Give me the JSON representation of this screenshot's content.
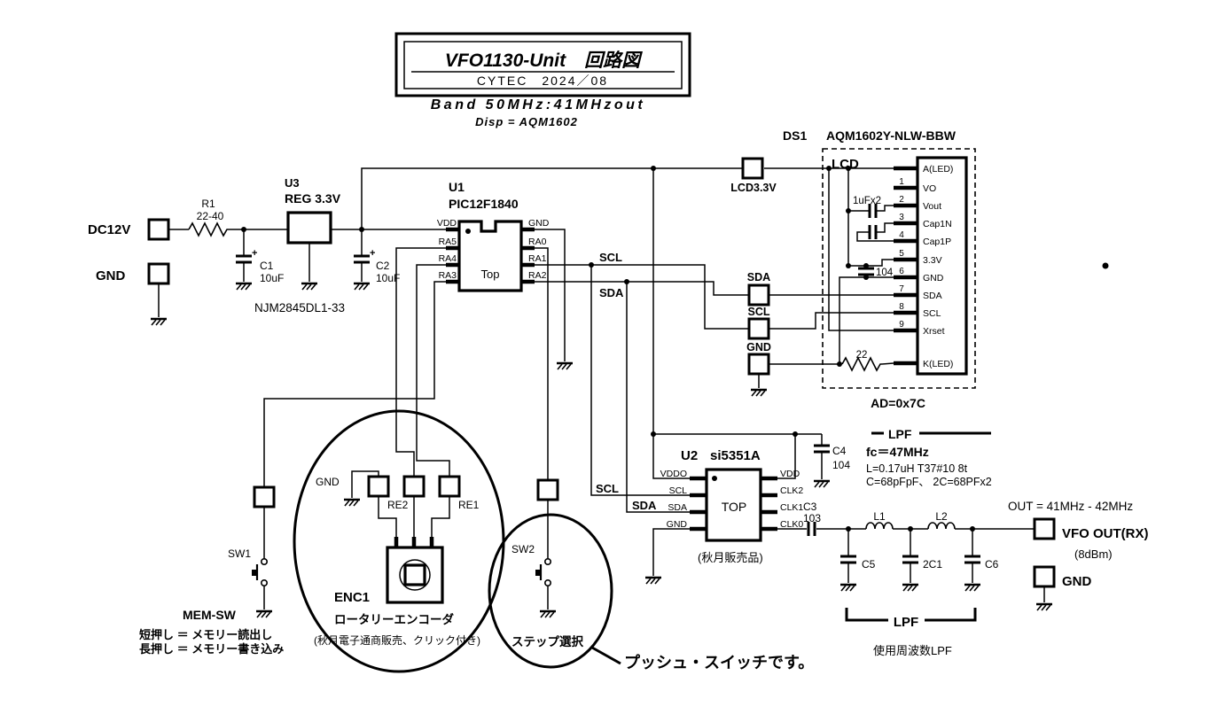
{
  "title_block": {
    "title": "VFO1130-Unit　回路図",
    "subtitle": "CYTEC　2024／08",
    "band_note": "Band 50MHz:41MHzout",
    "disp_note": "Disp = AQM1602"
  },
  "power": {
    "dc12v": "DC12V",
    "gnd": "GND",
    "r1_ref": "R1",
    "r1_val": "22-40",
    "c1_ref": "C1",
    "c1_val": "10uF",
    "c2_ref": "C2",
    "c2_val": "10uF",
    "plus": "+"
  },
  "regulator": {
    "ref": "U3",
    "name": "REG 3.3V",
    "part": "NJM2845DL1-33"
  },
  "mcu": {
    "ref": "U1",
    "part": "PIC12F1840",
    "orientation": "Top",
    "pins_left": [
      "VDD",
      "RA5",
      "RA4",
      "RA3"
    ],
    "pins_right": [
      "GND",
      "RA0",
      "RA1",
      "RA2"
    ]
  },
  "i2c": {
    "scl": "SCL",
    "sda": "SDA",
    "lcd33": "LCD3.3V",
    "sda_box": "SDA",
    "scl_box": "SCL",
    "gnd_box": "GND"
  },
  "lcd": {
    "ds_ref": "DS1",
    "part": "AQM1602Y-NLW-BBW",
    "label": "LCD",
    "address": "AD=0x7C",
    "cap_note": "1uFx2",
    "cap104": "104",
    "res22": "22",
    "pin_numbers": [
      "1",
      "2",
      "3",
      "4",
      "5",
      "6",
      "7",
      "8",
      "9"
    ],
    "pin_names": [
      "A(LED)",
      "VO",
      "Vout",
      "Cap1N",
      "Cap1P",
      "3.3V",
      "GND",
      "SDA",
      "SCL",
      "Xrset",
      "K(LED)"
    ]
  },
  "synth": {
    "ref": "U2",
    "part": "si5351A",
    "orientation": "TOP",
    "pins_left": [
      "VDDO",
      "SCL",
      "SDA",
      "GND"
    ],
    "pins_right": [
      "VDD",
      "CLK2",
      "CLK1",
      "CLK0"
    ],
    "note": "(秋月販売品)",
    "scl": "SCL",
    "sda": "SDA",
    "c4_ref": "C4",
    "c4_val": "104",
    "c3_ref": "C3",
    "c3_val": "103"
  },
  "lpf": {
    "header": "LPF",
    "fc": "fc＝47MHz",
    "l_spec": "L=0.17uH T37#10  8t",
    "c_spec": "C=68pFpF、 2C=68PFx2",
    "out_spec": "OUT = 41MHz - 42MHz",
    "l1": "L1",
    "l2": "L2",
    "c5": "C5",
    "c12": "2C1",
    "c6": "C6",
    "bracket": "LPF",
    "note": "使用周波数LPF"
  },
  "output": {
    "vfo": "VFO OUT(RX)",
    "dbm": "(8dBm)",
    "gnd": "GND"
  },
  "encoder": {
    "ref": "ENC1",
    "gnd": "GND",
    "re2": "RE2",
    "re1": "RE1",
    "name": "ロータリーエンコーダ",
    "note": "(秋月電子通商販売、クリック付き)"
  },
  "sw1": {
    "ref": "SW1",
    "name": "MEM-SW",
    "short_press": "短押し ＝ メモリー読出し",
    "long_press": "長押し ＝ メモリー書き込み"
  },
  "sw2": {
    "ref": "SW2",
    "name": "ステップ選択",
    "callout": "プッシュ・スイッチです。"
  }
}
